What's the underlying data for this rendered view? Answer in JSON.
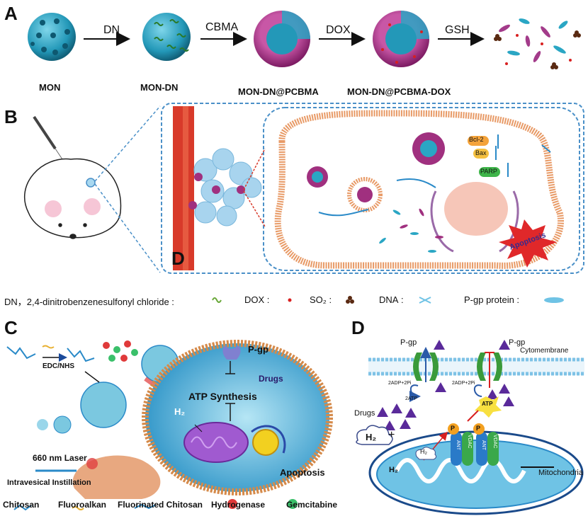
{
  "panel_labels": {
    "a": "A",
    "b": "B",
    "c": "C",
    "d": "D",
    "b_inset": "D"
  },
  "panel_a": {
    "steps": [
      "DN",
      "CBMA",
      "DOX",
      "GSH"
    ],
    "stages": [
      "MON",
      "MON-DN",
      "MON-DN@PCBMA",
      "MON-DN@PCBMA-DOX"
    ]
  },
  "panel_b": {
    "markers": [
      "Bcl-2",
      "Bax",
      "PARP"
    ],
    "apoptosis": "Apoptosis",
    "legend": {
      "dn": "DN，2,4-dinitrobenzenesulfonyl chloride :",
      "dox": "DOX :",
      "so2": "SO₂ :",
      "dna": "DNA :",
      "pgp": "P-gp protein :"
    }
  },
  "panel_c": {
    "edc": "EDC/NHS",
    "pgp": "P-gp",
    "drugs": "Drugs",
    "atp": "ATP Synthesis",
    "h2": "H₂",
    "laser": "660 nm Laser",
    "instill": "Intravesical Instillation",
    "apoptosis": "Apoptosis",
    "legend": [
      "Chitosan",
      "Fluoroalkan",
      "Fluorinated Chitosan",
      "Hydrogenase",
      "Gemcitabine"
    ]
  },
  "panel_d": {
    "pgp_left": "P-gp",
    "pgp_right": "P-gp",
    "cytomembrane": "Cytomembrane",
    "adp_left": "2ADP+2Pi",
    "atp_left": "2ATP",
    "adp_right": "2ADP+2Pi",
    "atp": "ATP",
    "drugs": "Drugs",
    "plus": "+",
    "h2": "H₂",
    "h2_small": "H₂",
    "h2_bottom": "H₂",
    "p_left": "P",
    "p_right": "P",
    "ant_left": "ANT",
    "vdac_left": "VDAC",
    "ant_right": "ANT",
    "vdac_right": "VDAC",
    "mitochondria": "Mitochondria"
  },
  "colors": {
    "mon": "#2aa6c4",
    "shell": "#a0307f",
    "membrane": "#e89a66",
    "frame": "#4a90c8",
    "vessel": "#d83a2a",
    "cellD": "#6fc3e5"
  }
}
